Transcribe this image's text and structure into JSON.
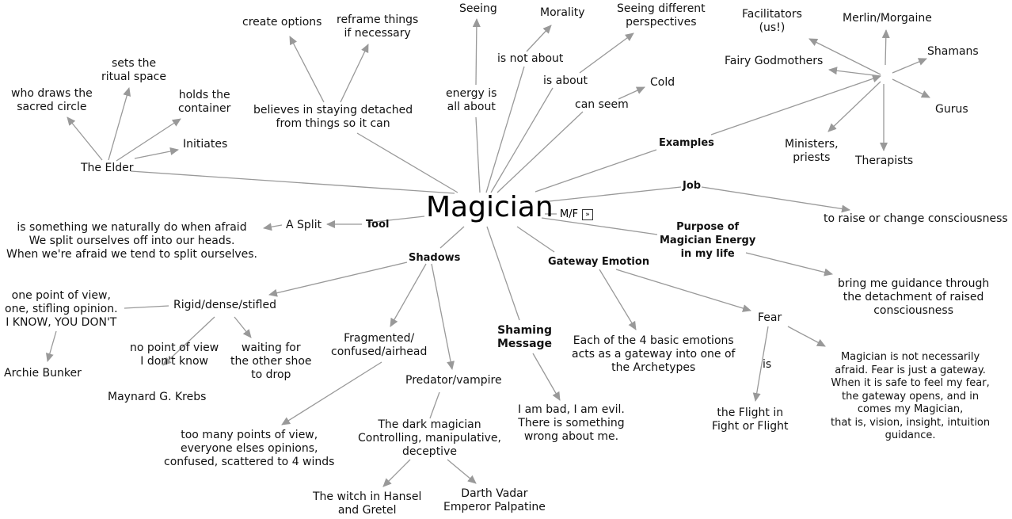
{
  "center": {
    "label": "Magician",
    "tag": "M/F",
    "tag_icon": "double-chevron-right-icon"
  },
  "nodes": {
    "seeing": "Seeing",
    "morality": "Morality",
    "seeing_diff": "Seeing different\nperspectives",
    "create_options": "create options",
    "reframe": "reframe things\nif necessary",
    "sets_ritual": "sets the\nritual space",
    "who_draws": "who draws the\nsacred circle",
    "holds_container": "holds the\ncontainer",
    "initiates": "Initiates",
    "elder": "The Elder",
    "believes": "believes in staying detached\nfrom things so it can",
    "energy_about": "energy is\nall about",
    "is_not_about": "is not about",
    "is_about": "is about",
    "cold": "Cold",
    "can_seem": "can seem",
    "examples": "Examples",
    "facilitators": "Facilitators\n(us!)",
    "merlin": "Merlin/Morgaine",
    "fairy": "Fairy Godmothers",
    "shamans": "Shamans",
    "gurus": "Gurus",
    "ministers": "Ministers,\npriests",
    "therapists": "Therapists",
    "job": "Job",
    "raise": "to raise or change consciousness",
    "purpose": "Purpose of\nMagician Energy\nin my life",
    "guidance": "bring me guidance through\nthe detachment of raised\nconsciousness",
    "tool": "Tool",
    "split": "A Split",
    "split_desc": "is something we naturally do when afraid\nWe split ourselves off into our heads.\nWhen we're afraid we tend to split ourselves.",
    "shadows": "Shadows",
    "rigid": "Rigid/dense/stifled",
    "one_point": "one point of view,\none, stifling opinion.\nI KNOW, YOU DON'T",
    "archie": "Archie Bunker",
    "no_point": "no point of view\nI don't know",
    "maynard": "Maynard G. Krebs",
    "waiting": "waiting for\nthe other shoe\nto drop",
    "fragmented": "Fragmented/\nconfused/airhead",
    "too_many": "too many points of view,\neveryone elses opinions,\nconfused, scattered to 4 winds",
    "predator": "Predator/vampire",
    "dark_mag": "The dark magician\nControlling, manipulative,\ndeceptive",
    "witch": "The witch in Hansel\nand Gretel",
    "darth": "Darth Vadar\nEmperor Palpatine",
    "shaming": "Shaming\nMessage",
    "i_am_bad": "I am bad, I am evil.\nThere is something\nwrong about me.",
    "gateway": "Gateway Emotion",
    "each_of": "Each of the 4 basic emotions\nacts as a gateway into one of\nthe Archetypes",
    "fear": "Fear",
    "is": "is",
    "flight": "the Flight in\nFight or Flight",
    "not_afraid": "Magician is not necessarily\nafraid. Fear is just a gateway.\nWhen it is safe to feel my fear,\nthe gateway opens, and in\ncomes my Magician,\nthat is, vision, insight, intuition\nguidance."
  },
  "colors": {
    "connector": "#999999",
    "text": "#111111",
    "background": "#ffffff"
  }
}
